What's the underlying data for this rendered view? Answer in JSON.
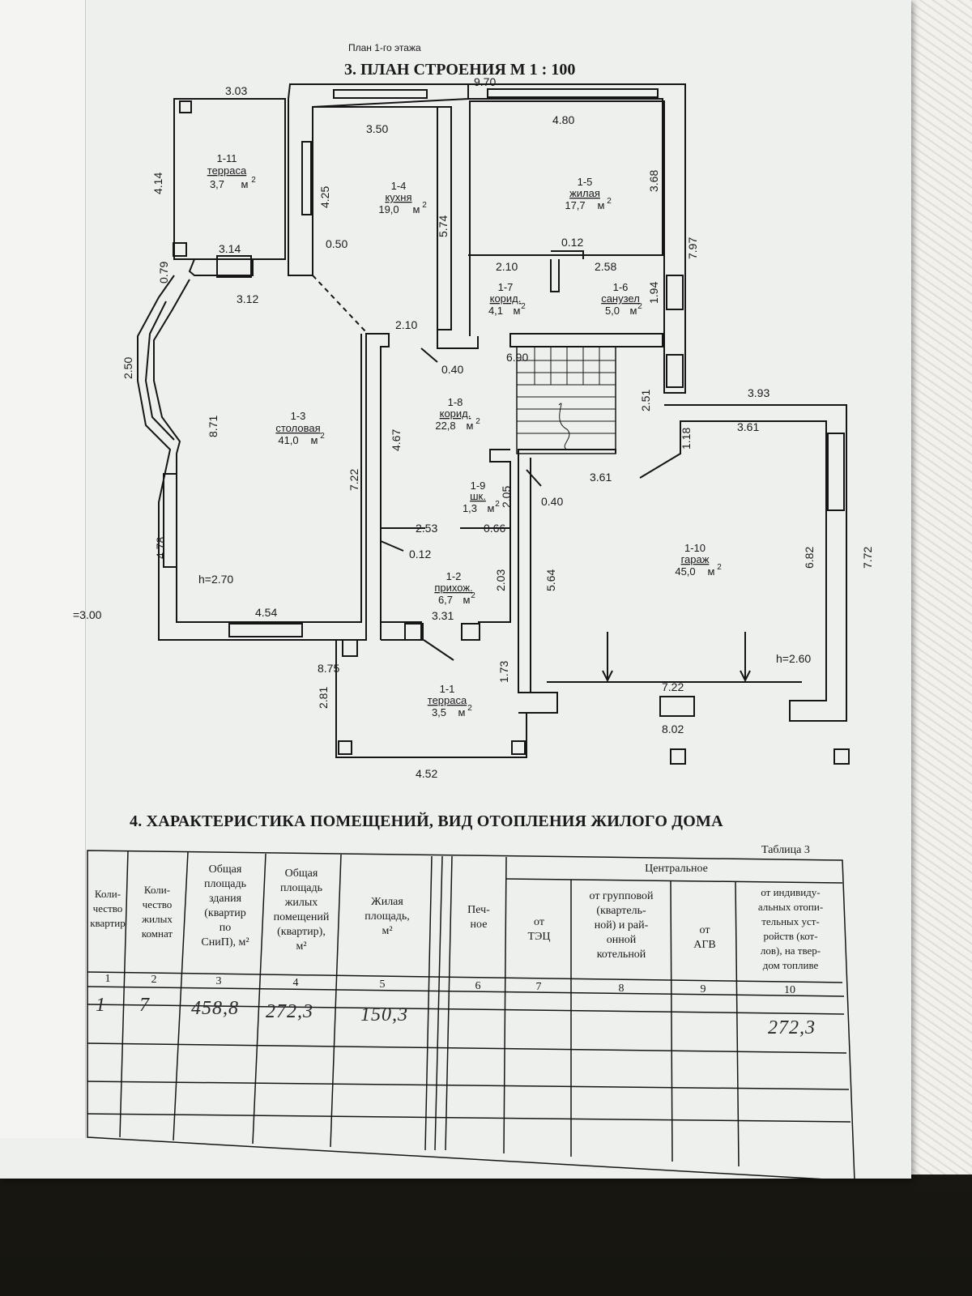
{
  "plan": {
    "floor_label": "План 1-го этажа",
    "title": "3. ПЛАН СТРОЕНИЯ М 1 : 100",
    "rooms": [
      {
        "id": "1-11",
        "name": "терраса",
        "area": "3,7"
      },
      {
        "id": "1-4",
        "name": "кухня",
        "area": "19,0"
      },
      {
        "id": "1-5",
        "name": "жилая",
        "area": "17,7"
      },
      {
        "id": "1-7",
        "name": "корид.",
        "area": "4,1"
      },
      {
        "id": "1-6",
        "name": "санузел",
        "area": "5,0"
      },
      {
        "id": "1-3",
        "name": "столовая",
        "area": "41,0"
      },
      {
        "id": "1-8",
        "name": "корид.",
        "area": "22,8"
      },
      {
        "id": "1-9",
        "name": "шк.",
        "area": "1,3"
      },
      {
        "id": "1-2",
        "name": "прихож.",
        "area": "6,7"
      },
      {
        "id": "1-10",
        "name": "гараж",
        "area": "45,0"
      },
      {
        "id": "1-1",
        "name": "терраса",
        "area": "3,5"
      }
    ],
    "area_unit": "м",
    "area_unit_sup": "2",
    "dimensions": [
      "3.03",
      "9.70",
      "3.50",
      "4.80",
      "4.14",
      "4.25",
      "5.74",
      "3.68",
      "7.97",
      "0.50",
      "0.12",
      "2.10",
      "2.58",
      "3.14",
      "0.79",
      "3.12",
      "1.94",
      "2.10",
      "0.40",
      "6.90",
      "2.50",
      "8.71",
      "4.67",
      "2.51",
      "3.93",
      "1.18",
      "3.61",
      "2.05",
      "0.40",
      "3.61",
      "7.22",
      "2.53",
      "0.66",
      "0.12",
      "6.82",
      "7.72",
      "4.78",
      "2.03",
      "5.64",
      "3.31",
      "4.54",
      "8.75",
      "2.81",
      "1.73",
      "7.22",
      "8.02",
      "4.52"
    ],
    "heights": [
      "h=2.70",
      "h=2.60"
    ],
    "margin_mark": "=3.00"
  },
  "section4": {
    "title": "4. ХАРАКТЕРИСТИКА ПОМЕЩЕНИЙ, ВИД ОТОПЛЕНИЯ ЖИЛОГО ДОМА",
    "caption": "Таблица 3",
    "group_header": "Центральное",
    "headers": [
      "Коли-\nчество\nквартир",
      "Коли-\nчество\nжилых\nкомнат",
      "Общая\nплощадь\nздания\n(квартир\nпо\nСниП), м²",
      "Общая\nплощадь\nжилых\nпомещений\n(квартир),\nм²",
      "Жилая\nплощадь,\nм²",
      "",
      "Печ-\nное",
      "от\nТЭЦ",
      "от групповой\n(квартель-\nной) и рай-\nонной\nкотельной",
      "от\nАГВ",
      "от индивиду-\nальных отопи-\nтельных уст-\nройств (кот-\nлов), на твер-\nдом топливе"
    ],
    "column_numbers": [
      "1",
      "2",
      "3",
      "4",
      "5",
      "6",
      "7",
      "8",
      "9",
      "10"
    ],
    "row_values": {
      "flats": "1",
      "rooms": "7",
      "total_area": "458,8",
      "living_rooms_area": "272,3",
      "living_area": "150,3",
      "solid_fuel": "272,3"
    }
  }
}
